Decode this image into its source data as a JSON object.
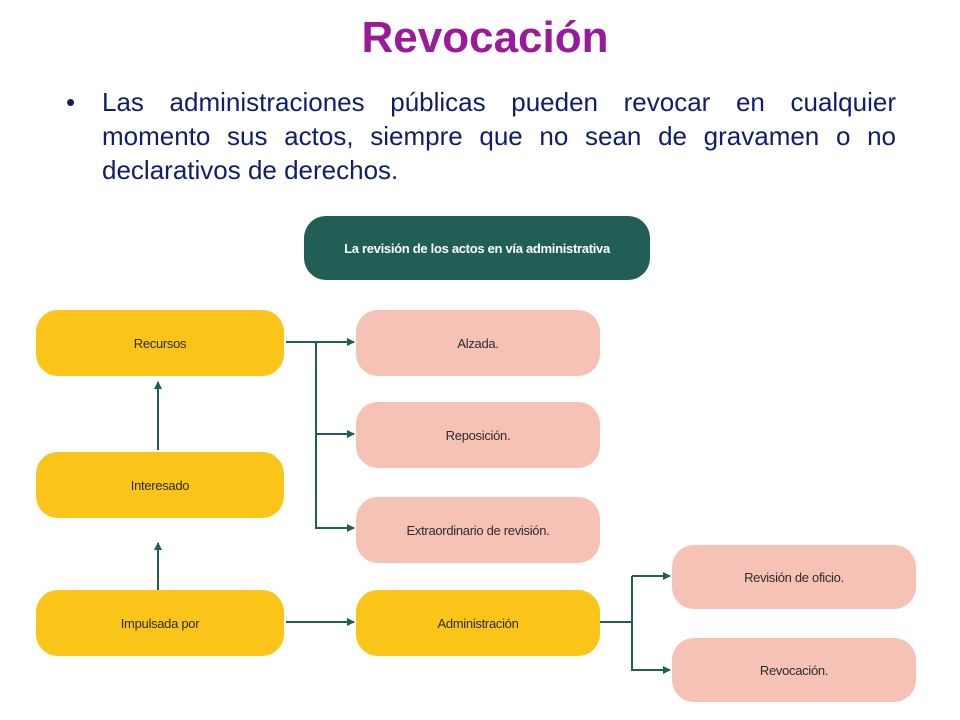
{
  "slide": {
    "title": "Revocación",
    "bullet_marker": "•",
    "bullet_text": "Las administraciones públicas pueden revocar en cualquier momento sus actos, siempre que no sean de gravamen o no declarativos de derechos."
  },
  "diagram": {
    "header": "La revisión de los actos en vía administrativa",
    "left_column": {
      "recursos": "Recursos",
      "interesado": "Interesado",
      "impulsada_por": "Impulsada por"
    },
    "recursos_options": [
      "Alzada.",
      "Reposición.",
      "Extraordinario de revisión."
    ],
    "administracion": "Administración",
    "administracion_options": [
      "Revisión de oficio.",
      "Revocación."
    ],
    "colors": {
      "header_bg": "#215f56",
      "yellow": "#fbc419",
      "pink": "#f6c2b6",
      "connector": "#215f56",
      "title": "#9a1a9a",
      "body_text": "#0e1e6c"
    }
  }
}
